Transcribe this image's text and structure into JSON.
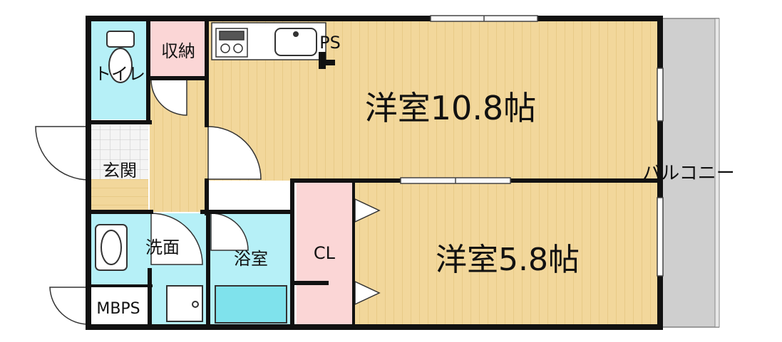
{
  "colors": {
    "wall": "#111111",
    "wood": "#f2d79b",
    "wood_line": "#dfbd73",
    "wet_area": "#b6f0f7",
    "storage": "#fbd6d6",
    "balcony": "#cfcfcf",
    "bathtub": "#7fe2ec"
  },
  "rooms": {
    "living_large": "洋室10.8帖",
    "living_small": "洋室5.8帖",
    "toilet": "トイレ",
    "storage": "収納",
    "entrance": "玄関",
    "washroom": "洗面",
    "bathroom": "浴室",
    "closet": "CL",
    "pipe_space": "PS",
    "meter_box": "MBPS",
    "balcony": "バルコニー"
  },
  "icons": [
    "toilet-icon",
    "gas-stove-icon",
    "sink-icon",
    "wash-basin-icon",
    "washing-machine-pan-icon",
    "bathtub-icon",
    "door-swing-icon",
    "window-icon"
  ]
}
